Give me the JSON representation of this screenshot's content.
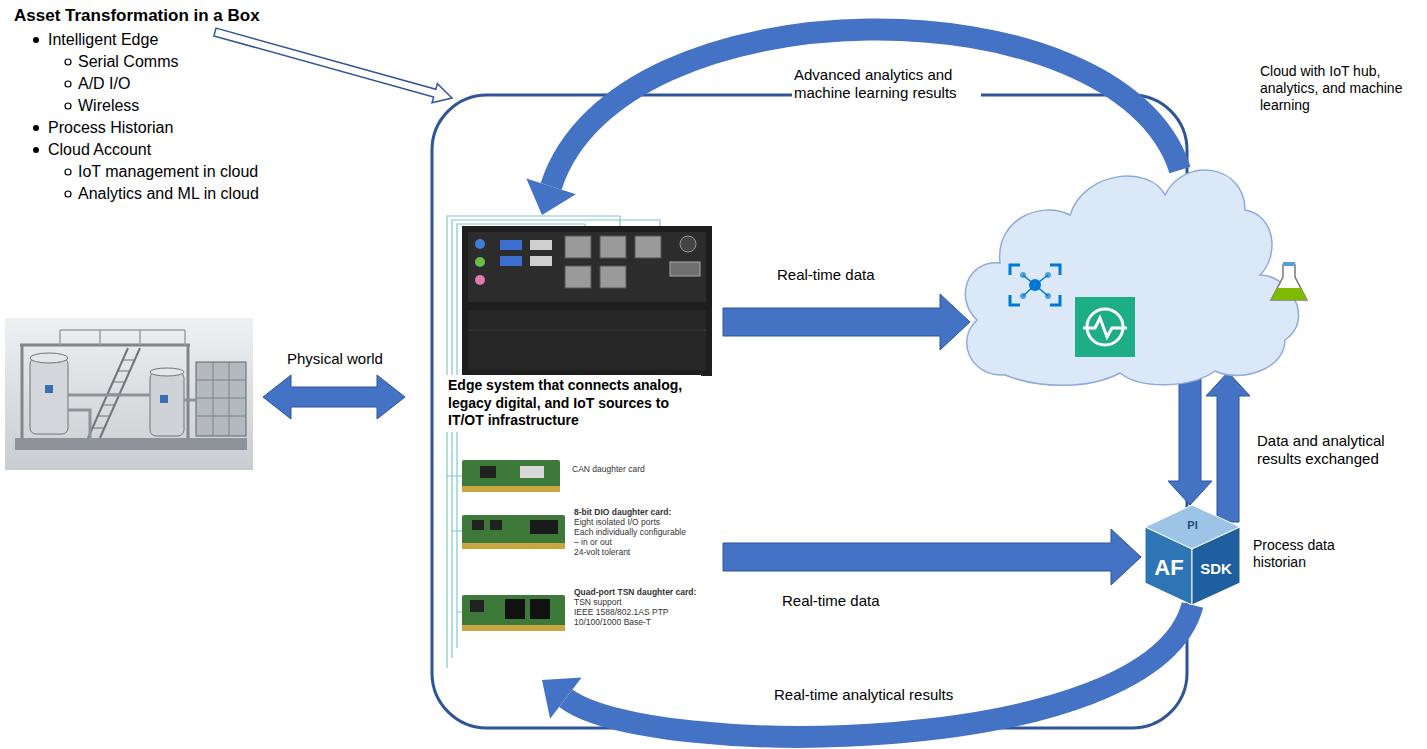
{
  "diagram": {
    "title": "Asset Transformation in a Box",
    "nodes": [
      {
        "text": [
          "Edge system that connects analog, legacy digital, and IoT sources to IT/OT infrastructure"
        ]
      },
      {
        "text": [
          "Cloud with IoT hub, analytics, and machine learning"
        ]
      },
      {
        "text": [
          "PI",
          "AF",
          "SDK",
          "Process data historian"
        ]
      }
    ],
    "edges": [
      {
        "from": 0,
        "to": 1,
        "arrow": "to",
        "label": "Real-time data"
      },
      {
        "from": 0,
        "to": 2,
        "arrow": "to",
        "label": "Real-time data"
      },
      {
        "from": 1,
        "to": 2,
        "arrow": "to"
      },
      {
        "from": 2,
        "to": 1,
        "arrow": "to",
        "label": "Data and analytical results exchanged"
      },
      {
        "from": 1,
        "to": 0,
        "arrow": "to",
        "label": "Advanced analytics and machine learning results"
      },
      {
        "from": 2,
        "to": 0,
        "arrow": "to",
        "label": "Real-time analytical results"
      }
    ],
    "labels": [
      "Intelligent Edge",
      "Serial Comms",
      "A/D I/O",
      "Wireless",
      "Process Historian",
      "Cloud Account",
      "IoT management in cloud",
      "Analytics and ML in cloud",
      "Physical world",
      "CAN daughter card",
      "8-bit DIO daughter card:",
      "Eight isolated I/O ports",
      "Each individually configurable",
      "– in or out",
      "24-volt tolerant",
      "Quad-port TSN daughter card:",
      "TSN support",
      "IEEE 1588/802.1AS PTP",
      "10/100/1000 Base-T"
    ]
  }
}
